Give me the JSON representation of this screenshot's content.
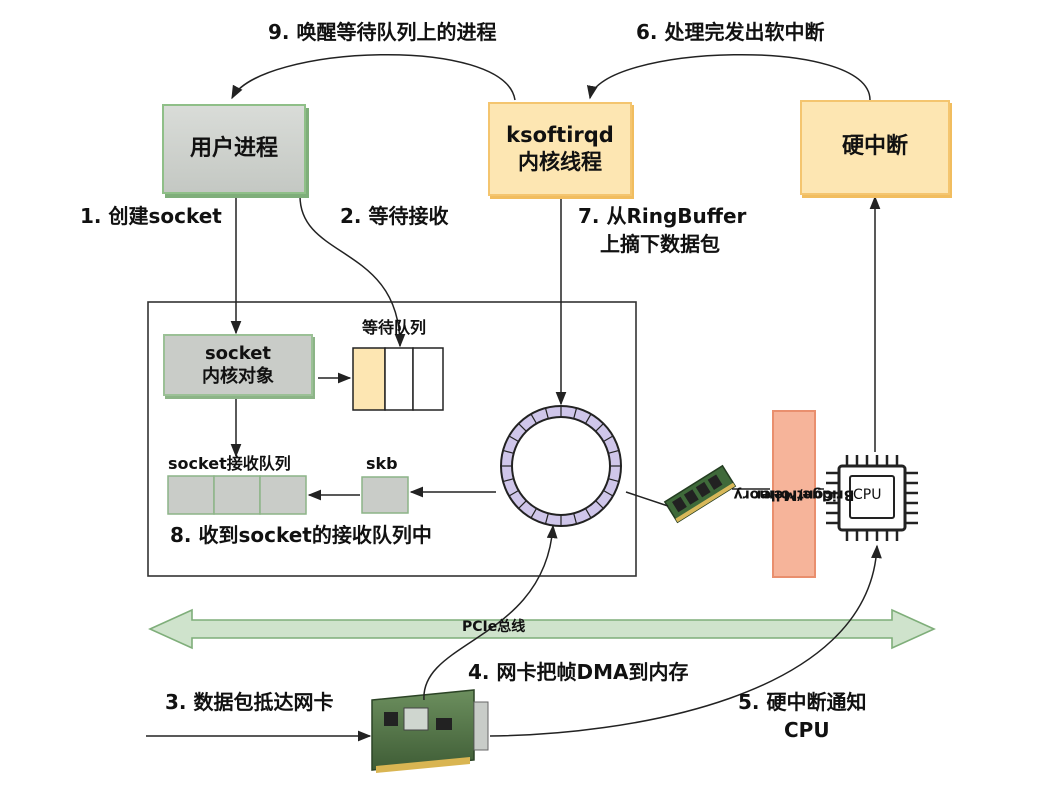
{
  "steps": {
    "s1": "1. 创建socket",
    "s2": "2. 等待接收",
    "s3": "3. 数据包抵达网卡",
    "s4": "4. 网卡把帧DMA到内存",
    "s5_line1": "5. 硬中断通知",
    "s5_line2": "CPU",
    "s6": "6. 处理完发出软中断",
    "s7_line1": "7. 从RingBuffer",
    "s7_line2": "上摘下数据包",
    "s8": "8. 收到socket的接收队列中",
    "s9": "9. 唤醒等待队列上的进程"
  },
  "nodes": {
    "user_process": "用户进程",
    "ksoftirqd_line1": "ksoftirqd",
    "ksoftirqd_line2": "内核线程",
    "hard_irq": "硬中断",
    "socket_obj_line1": "socket",
    "socket_obj_line2": "内核对象",
    "wait_queue": "等待队列",
    "recv_queue": "socket接收队列",
    "skb": "skb",
    "bridge_line1": "Bridge/Memory",
    "bridge_line2": "Controller",
    "cpu": "CPU",
    "pcie": "PCIe总线"
  },
  "colors": {
    "green_box": "#c4c8c3",
    "yellow_box": "#fde6b2",
    "bridge": "#f6b49a",
    "bus": "#cfe3cc",
    "ring": "#cfc6ea"
  }
}
